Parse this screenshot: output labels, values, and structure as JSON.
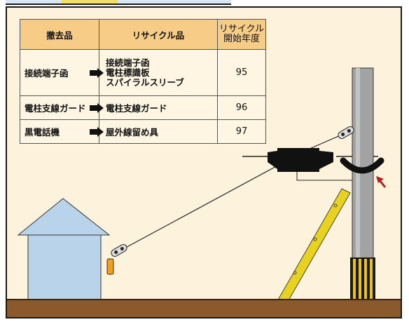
{
  "table": {
    "headers": [
      "撤去品",
      "リサイクル品",
      "リサイクル\n開始年度"
    ],
    "rows": [
      {
        "removed": "接続端子函",
        "recycled": [
          "接続端子函",
          "電柱標識板",
          "スパイラルスリーブ"
        ],
        "year": "95"
      },
      {
        "removed": "電柱支線ガード",
        "recycled": [
          "電柱支線ガード"
        ],
        "year": "96"
      },
      {
        "removed": "黒電話機",
        "recycled": [
          "屋外線留め具"
        ],
        "year": "97"
      }
    ]
  },
  "colors": {
    "background": "#fdf3dd",
    "header": "#f6cc87",
    "ground": "#8a5a2d",
    "house": "#b9d4ea",
    "pole": "#a0a0a0",
    "guy_guard": "#e9d21f",
    "arrow_accent": "#b02020"
  },
  "icons": [
    "arrow-right-icon",
    "house-icon",
    "utility-pole-icon",
    "terminal-box-icon",
    "insulator-icon"
  ]
}
